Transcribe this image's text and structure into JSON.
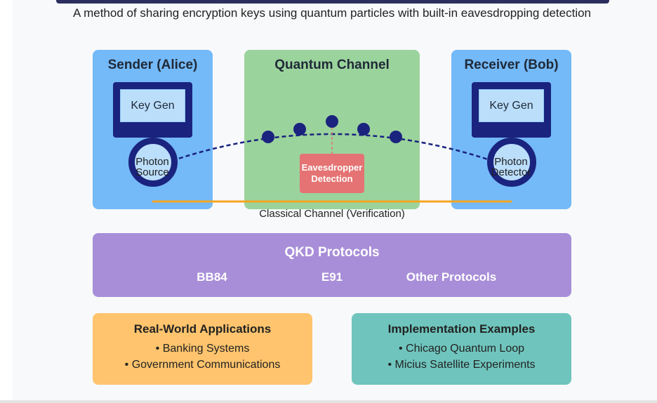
{
  "subtitle": "A method of sharing encryption keys using quantum particles with built-in eavesdropping detection",
  "colors": {
    "sender_panel": "#74b9f8",
    "channel_panel": "#9bd39c",
    "receiver_panel": "#74b9f8",
    "device": "#1a237e",
    "eavesdropper": "#e57373",
    "classical_line": "#f5a623",
    "protocols": "#a88ed8",
    "applications": "#ffc46d",
    "implementations": "#6fc5bd"
  },
  "sender": {
    "title": "Sender (Alice)",
    "device_label": "Key Gen",
    "ring_label": "Photon Source"
  },
  "channel": {
    "title": "Quantum Channel",
    "eavesdropper_label": "Eavesdropper Detection",
    "classical_label": "Classical Channel (Verification)"
  },
  "receiver": {
    "title": "Receiver (Bob)",
    "device_label": "Key Gen",
    "ring_label": "Photon Detector"
  },
  "protocols": {
    "title": "QKD Protocols",
    "items": [
      "BB84",
      "E91",
      "Other Protocols"
    ]
  },
  "applications": {
    "title": "Real-World Applications",
    "items": [
      "• Banking Systems",
      "• Government Communications"
    ]
  },
  "implementations": {
    "title": "Implementation Examples",
    "items": [
      "• Chicago Quantum Loop",
      "• Micius Satellite Experiments"
    ]
  }
}
